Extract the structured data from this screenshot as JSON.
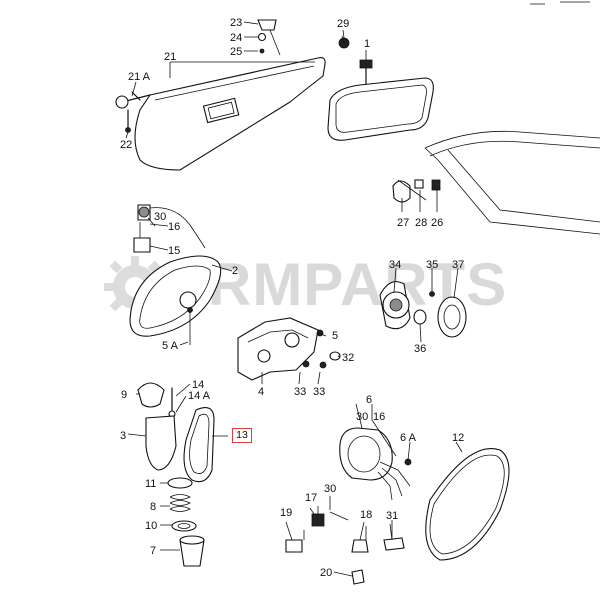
{
  "watermark": {
    "text": "RMPARTS"
  },
  "highlight": {
    "label": "13",
    "color": "#e23b3b"
  },
  "callouts": {
    "p1": "1",
    "p2": "2",
    "p3": "3",
    "p4": "4",
    "p5": "5",
    "p5a": "5 A",
    "p6": "6",
    "p6a": "6 A",
    "p7": "7",
    "p8": "8",
    "p9": "9",
    "p10": "10",
    "p11": "11",
    "p12": "12",
    "p14": "14",
    "p14a": "14 A",
    "p15": "15",
    "p16a": "16",
    "p16b": "16",
    "p17": "17",
    "p18": "18",
    "p19": "19",
    "p20": "20",
    "p21": "21",
    "p21a": "21 A",
    "p22": "22",
    "p23": "23",
    "p24": "24",
    "p25": "25",
    "p26": "26",
    "p27": "27",
    "p28": "28",
    "p29": "29",
    "p30a": "30",
    "p30b": "30",
    "p30c": "30",
    "p31": "31",
    "p32": "32",
    "p33a": "33",
    "p33b": "33",
    "p34": "34",
    "p35": "35",
    "p36": "36",
    "p37": "37"
  }
}
